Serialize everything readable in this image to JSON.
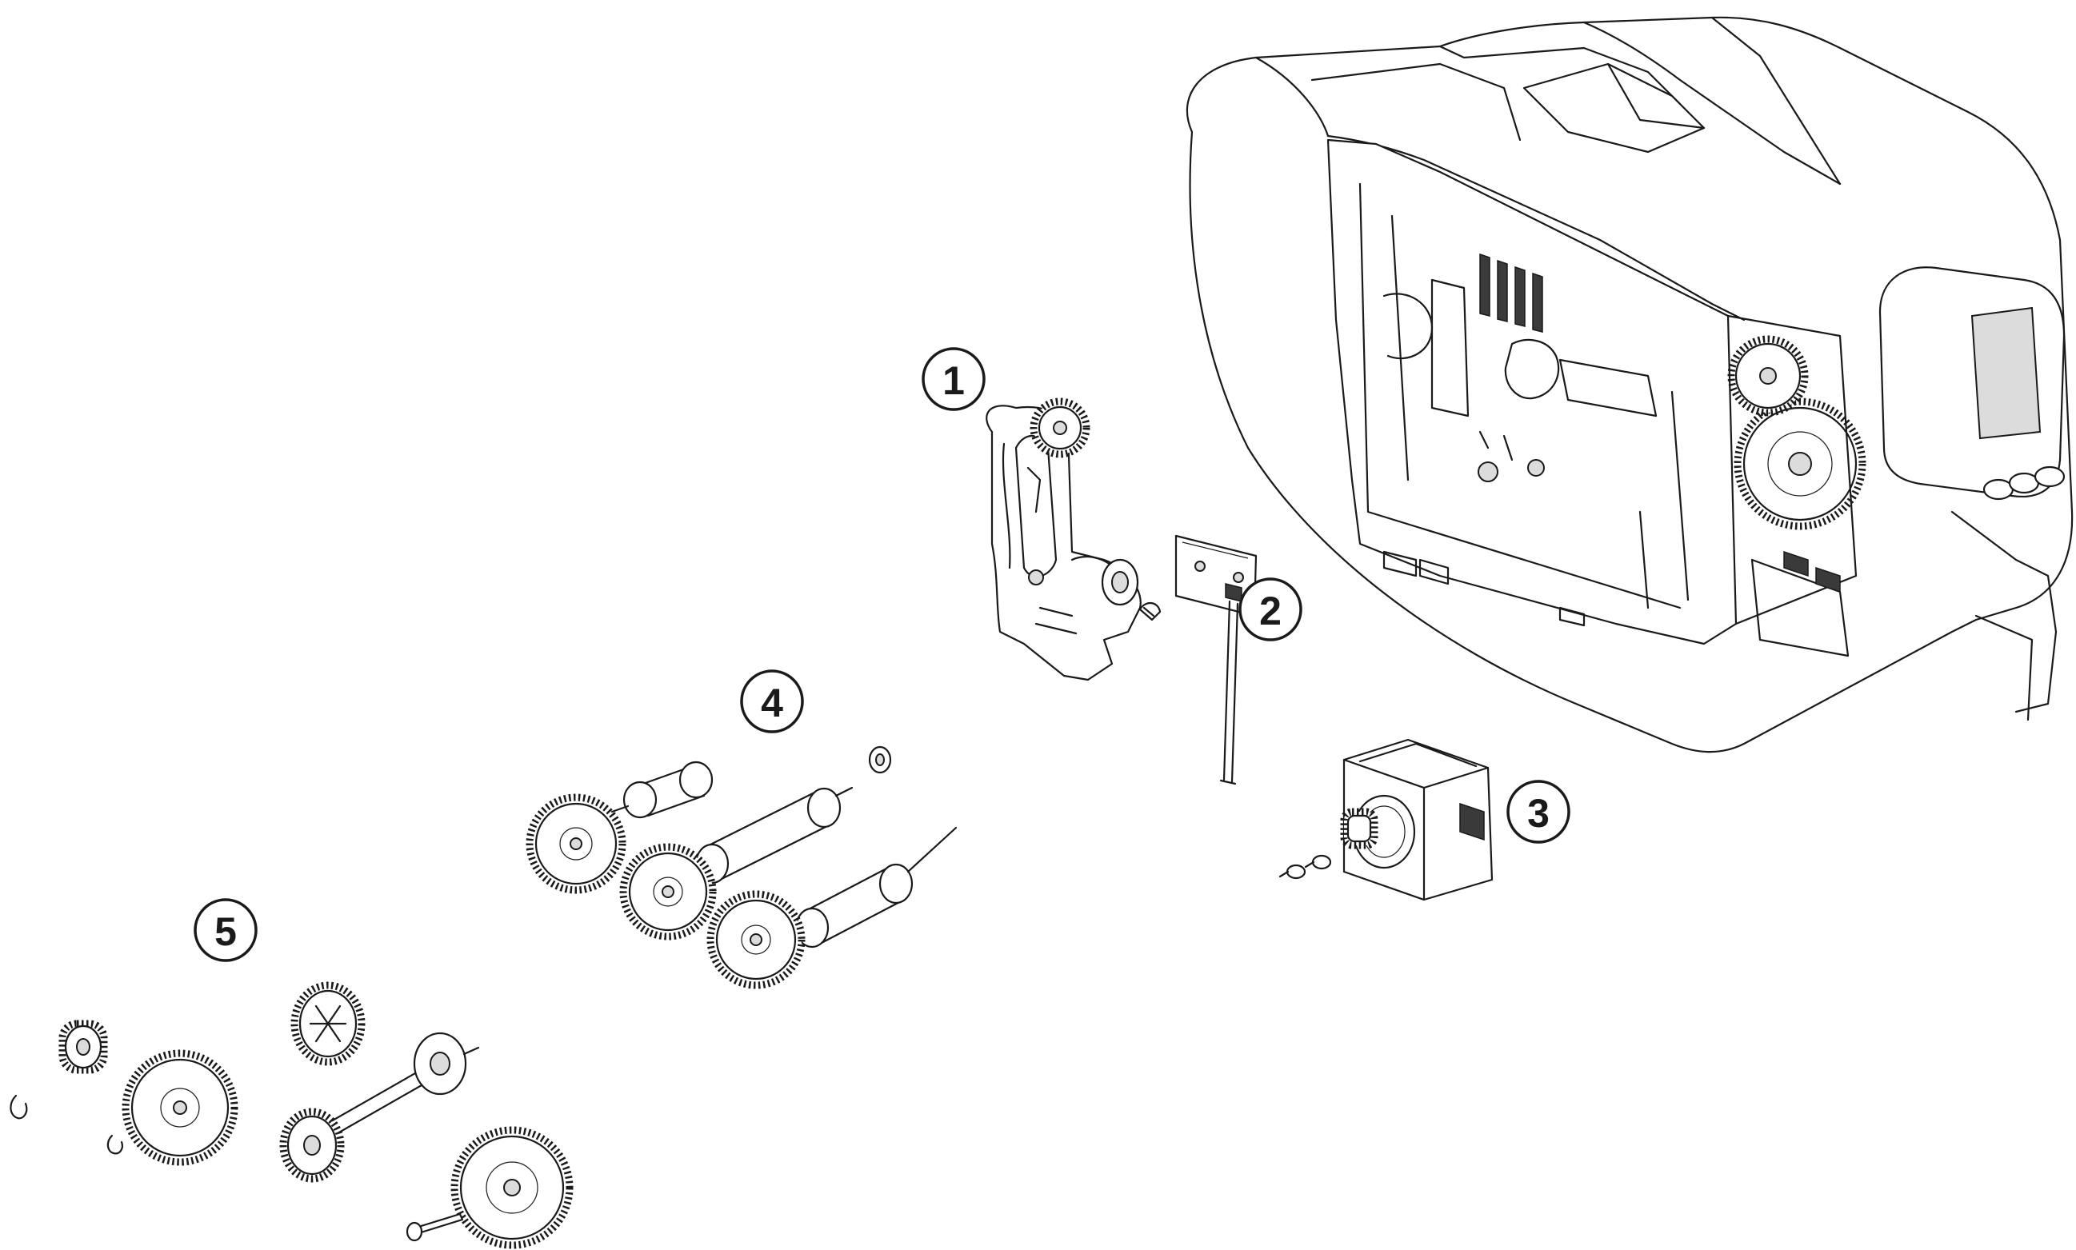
{
  "callouts": [
    {
      "label": "1"
    },
    {
      "label": "2"
    },
    {
      "label": "3"
    },
    {
      "label": "4"
    },
    {
      "label": "5"
    }
  ],
  "parts": [
    {
      "callout": "1",
      "icon": "arm-gear-assembly-icon"
    },
    {
      "callout": "2",
      "icon": "sensor-board-icon"
    },
    {
      "callout": "3",
      "icon": "stepper-motor-icon"
    },
    {
      "callout": "4",
      "icon": "gear-roller-set-icon"
    },
    {
      "callout": "5",
      "icon": "gear-and-shaft-kit-icon"
    }
  ],
  "colors": {
    "line": "#1a1a1a",
    "background": "#ffffff",
    "shade": "#dcdcdc"
  }
}
